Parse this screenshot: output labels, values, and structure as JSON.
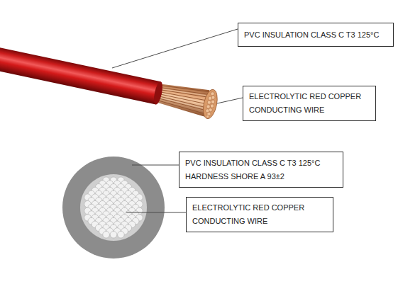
{
  "diagram": {
    "nodes": [
      {
        "text": [
          "PVC INSULATION CLASS C T3 125°C"
        ]
      },
      {
        "text": [
          "ELECTROLYTIC RED COPPER CONDUCTING WIRE"
        ]
      },
      {
        "text": [
          "PVC INSULATION CLASS C T3 125°C",
          "HARDNESS SHORE A 93±2"
        ]
      },
      {
        "text": [
          "ELECTROLYTIC RED COPPER CONDUCTING WIRE"
        ]
      }
    ]
  }
}
